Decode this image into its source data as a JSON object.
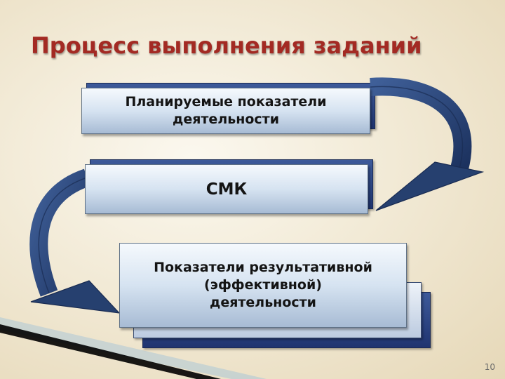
{
  "slide": {
    "title": "Процесс выполнения заданий",
    "page_number": "10"
  },
  "boxes": {
    "planned_indicators": {
      "line1": "Планируемые показатели",
      "line2": "деятельности"
    },
    "smk": {
      "label": "СМК"
    },
    "result_indicators": {
      "line1": "Показатели результативной",
      "line2": "(эффективной)",
      "line3": "деятельности"
    }
  },
  "colors": {
    "title": "#a32a23",
    "arrow": "#26406f",
    "box_shadow_dark": "#1f3470",
    "box_fill_light": "#d6e3f1"
  }
}
